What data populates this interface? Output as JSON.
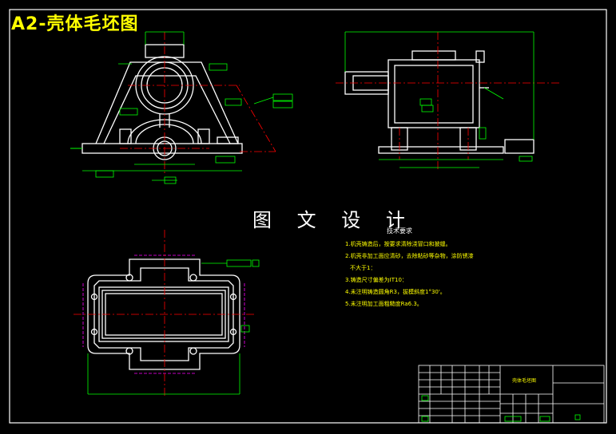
{
  "drawing": {
    "title": "A2-壳体毛坯图",
    "watermark": "图 文 设 计",
    "notes_heading": "技术要求",
    "notes": [
      "1.机壳铸造后，按要求清除浇冒口和披缝。",
      "2.机壳非加工面应清砂，去除粘砂等杂物，涂防锈漆",
      "不大于1：",
      "3.铸造尺寸偏差为IT10：",
      "4.未注明铸造圆角R3，拔模斜度1°30'。",
      "5.未注明加工面粗糙度Ra6.3。"
    ],
    "title_block_name": "壳体毛坯图"
  },
  "colors": {
    "background": "#000000",
    "outline": "#ffffff",
    "dimension": "#00ff00",
    "centerline": "#ff0000",
    "hidden": "#ff00ff",
    "text": "#ffff00"
  }
}
